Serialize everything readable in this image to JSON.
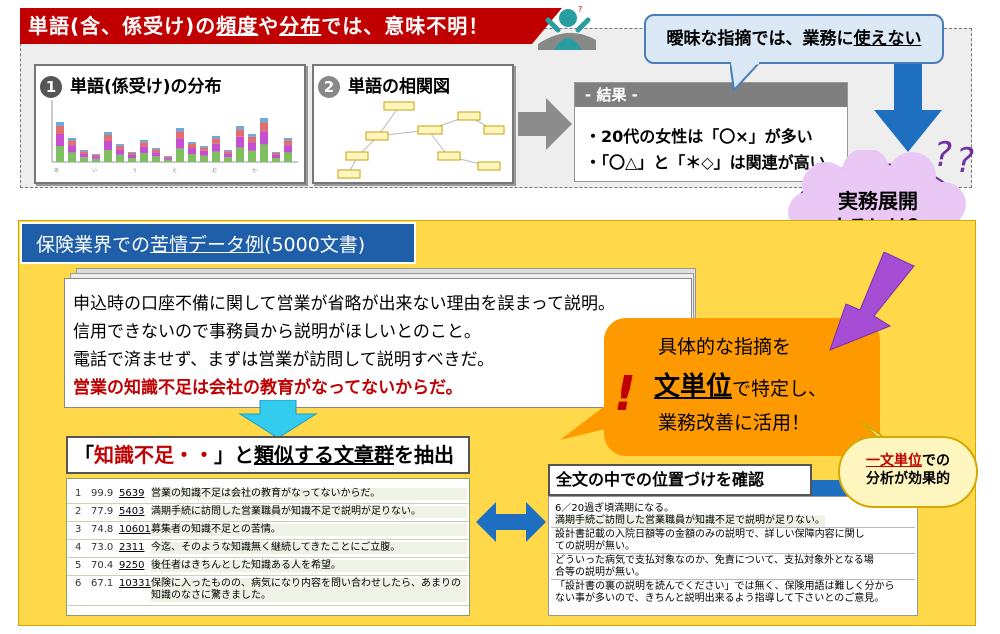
{
  "top": {
    "banner": {
      "p1": "単語(含、係受け)の",
      "u1": "頻度",
      "p2": "や",
      "u2": "分布",
      "p3": "では、意味不明！"
    },
    "thumb1": {
      "num": "1",
      "title": "単語(係受け)の分布"
    },
    "thumb2": {
      "num": "2",
      "title": "単語の相関図"
    },
    "result": {
      "header": "- 結果 -",
      "line1": "・20代の女性は「〇×」が多い",
      "line2": "・「〇△」と「＊◇」は関連が高い"
    },
    "callout": {
      "p1": "曖昧な指摘では、業務に",
      "u1": "使えない"
    }
  },
  "cloud": {
    "line1": "実務展開",
    "line2": "するには？"
  },
  "bottom": {
    "title": {
      "p1": "保険業界での",
      "u1": "苦情データ例",
      "p2": "(5000文書)"
    },
    "complaint": {
      "line1": "申込時の口座不備に関して営業が省略が出来ない理由を誤まって説明。",
      "line2": "信用できないので事務員から説明がほしいとのこと。",
      "line3": "電話で済ませず、まずは営業が訪問して説明すべきだ。",
      "line4": "営業の知識不足は会社の教育がなってないからだ。"
    },
    "extract_label": {
      "p1": "「",
      "red": "知識不足・・",
      "p2": "」と",
      "u1": "類似する文章群",
      "p3": "を抽出"
    },
    "similar_rows": [
      {
        "rank": "1",
        "score": "99.9",
        "id": "5639",
        "text": "営業の知識不足は会社の教育がなってないからだ。"
      },
      {
        "rank": "2",
        "score": "77.9",
        "id": "5403",
        "text": "満期手続に訪問した営業職員が知識不足で説明が足りない。"
      },
      {
        "rank": "3",
        "score": "74.8",
        "id": "10601",
        "text": "募集者の知識不足との苦情。"
      },
      {
        "rank": "4",
        "score": "73.0",
        "id": "2311",
        "text": "今迄、そのような知識無く継続してきたことにご立腹。"
      },
      {
        "rank": "5",
        "score": "70.4",
        "id": "9250",
        "text": "後任者はきちんとした知識ある人を希望。"
      },
      {
        "rank": "6",
        "score": "67.1",
        "id": "10331",
        "text": "保険に入ったものの、病気になり内容を問い合わせしたら、あまりの知識のなさに驚きました。"
      }
    ],
    "position_label": "全文の中での位置づけを確認",
    "position_lines": [
      "6／20過ぎ頃満期になる。",
      "満期手続ご訪問した営業職員が知識不足で説明が足りない。",
      "設計書記載の入院日額等の金額のみの説明で、詳しい保障内容に関し",
      "ての説明が無い。",
      "どういった病気で支払対象なのか、免責について、支払対象外となる場",
      "合等の説明が無い。",
      "「設計書の裏の説明を読んでください」では無く、保険用語は難しく分から",
      "ない事が多いので、きちんと説明出来るよう指導して下さいとのご意見。"
    ],
    "orange": {
      "line1": "具体的な指摘を",
      "emph": "文単位",
      "line2b": "で特定し、",
      "line3": "業務改善に活用！",
      "exclaim": "!"
    },
    "bubble": {
      "red": "一文単位",
      "p1": "での",
      "line2": "分析が効果的"
    }
  },
  "colors": {
    "banner_red": "#c00000",
    "panel_yellow": "#ffd94a",
    "title_blue": "#1f5ea8",
    "orange": "#ff9900",
    "arrow_blue": "#1f6fc0",
    "cloud_purple": "#e9c8f5"
  }
}
